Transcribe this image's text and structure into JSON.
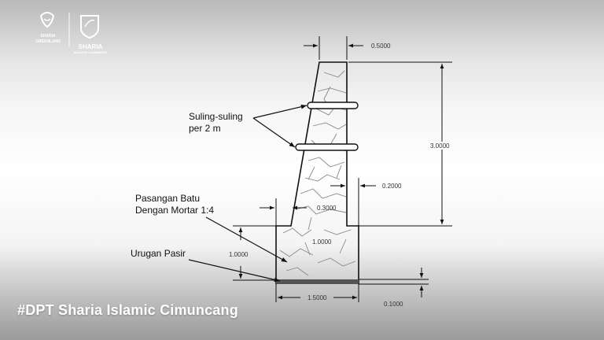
{
  "logos": {
    "left": {
      "line1": "SHARIA",
      "line2": "GREENLAND"
    },
    "right": {
      "name": "SHARIA",
      "tagline": "BUILDING COMMUNITIES"
    }
  },
  "drawing": {
    "dimensions": {
      "top_width": "0.5000",
      "height": "3.0000",
      "offset": "0.2000",
      "inner_offset": "0.3000",
      "footing_height_inner": "1.0000",
      "footing_height_outer": "1.0000",
      "base_width": "1.5000",
      "sand_thickness": "0.1000"
    },
    "labels": {
      "weep_holes_line1": "Suling-suling",
      "weep_holes_line2": "per 2 m",
      "masonry_line1": "Pasangan Batu",
      "masonry_line2": "Dengan Mortar 1:4",
      "sand_fill": "Urugan Pasir"
    }
  },
  "caption": "#DPT Sharia Islamic Cimuncang"
}
